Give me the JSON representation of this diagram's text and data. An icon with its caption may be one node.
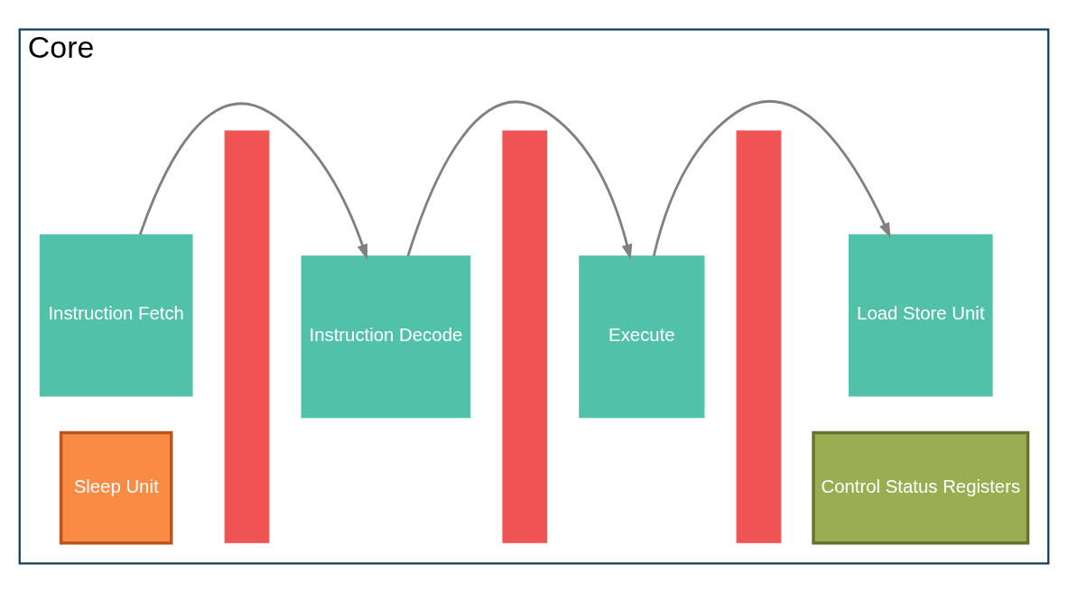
{
  "diagram": {
    "nodes": [
      {
        "text": [
          "Core"
        ]
      },
      {
        "text": [
          "Instruction Fetch"
        ],
        "in": 0
      },
      {
        "text": [],
        "shape": "bar",
        "in": 0
      },
      {
        "text": [
          "Instruction Decode"
        ],
        "in": 0
      },
      {
        "text": [],
        "shape": "bar",
        "in": 0
      },
      {
        "text": [
          "Execute"
        ],
        "in": 0
      },
      {
        "text": [],
        "shape": "bar",
        "in": 0
      },
      {
        "text": [
          "Load Store Unit"
        ],
        "in": 0
      },
      {
        "text": [
          "Sleep Unit"
        ],
        "in": 0
      },
      {
        "text": [
          "Control Status Registers"
        ],
        "in": 0
      }
    ],
    "edges": [
      {
        "from": 1,
        "to": 3,
        "arrow": "to"
      },
      {
        "from": 3,
        "to": 5,
        "arrow": "to"
      },
      {
        "from": 5,
        "to": 7,
        "arrow": "to"
      }
    ]
  }
}
